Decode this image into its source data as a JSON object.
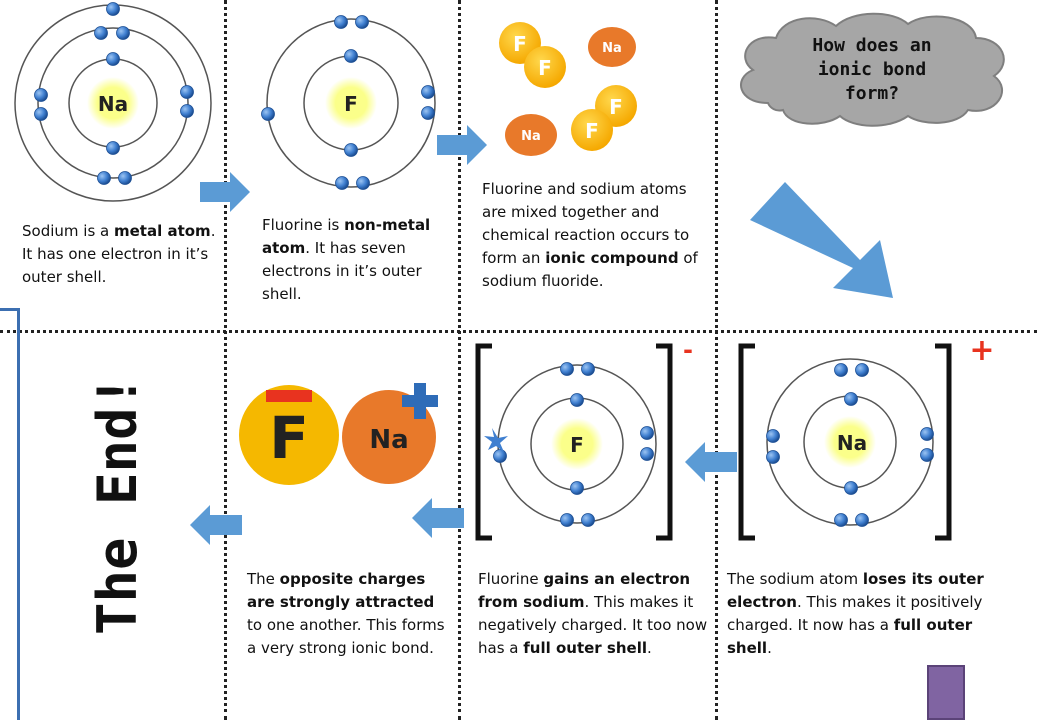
{
  "colors": {
    "electron": "#3f7fd0",
    "arrow": "#5b9bd5",
    "nucleus_glow": "#fbff8a",
    "fluorine_orange": "#f5b800",
    "sodium_orange": "#e8792a",
    "cloud": "#a6a6a6",
    "plus_red": "#e8331f",
    "plus_blue": "#2e6cb8",
    "minus_red": "#e8331f",
    "frame_blue": "#3c6fb1",
    "purple_block": "#8064a2"
  },
  "panels": {
    "sodium_atom": {
      "symbol": "Na",
      "caption": {
        "t1": "Sodium is a ",
        "b1": "metal atom",
        "t2": ". It has one electron in it’s outer shell."
      }
    },
    "fluorine_atom": {
      "symbol": "F",
      "caption": {
        "t1": "Fluorine is ",
        "b1": "non-metal atom",
        "t2": ". It has seven electrons in it’s outer shell."
      }
    },
    "mixing": {
      "atoms": [
        "F",
        "F",
        "Na",
        "F",
        "F",
        "Na"
      ],
      "caption": {
        "t1": "Fluorine and sodium atoms are mixed together and chemical reaction occurs to form an ",
        "b1": "ionic compound",
        "t2": " of sodium fluoride."
      }
    },
    "question": {
      "text_line1": "How does an",
      "text_line2": "ionic bond",
      "text_line3": "form?"
    },
    "sodium_ion": {
      "symbol": "Na",
      "charge": "+",
      "caption": {
        "t1": "The sodium atom ",
        "b1": "loses its outer electron",
        "t2": ". This makes it positively charged. It now has a ",
        "b2": "full outer shell",
        "t3": "."
      }
    },
    "fluoride_ion": {
      "symbol": "F",
      "charge": "-",
      "caption": {
        "t1": "Fluorine ",
        "b1": "gains an electron from sodium",
        "t2": ". This makes it negatively charged. It too now has a ",
        "b2": "full outer shell",
        "t3": "."
      }
    },
    "bond": {
      "symbol_f": "F",
      "symbol_na": "Na",
      "caption": {
        "t1": "The ",
        "b1": "opposite charges are strongly attracted",
        "t2": " to one another. This forms a very strong ionic bond."
      }
    },
    "end": {
      "text": "The End!"
    }
  }
}
